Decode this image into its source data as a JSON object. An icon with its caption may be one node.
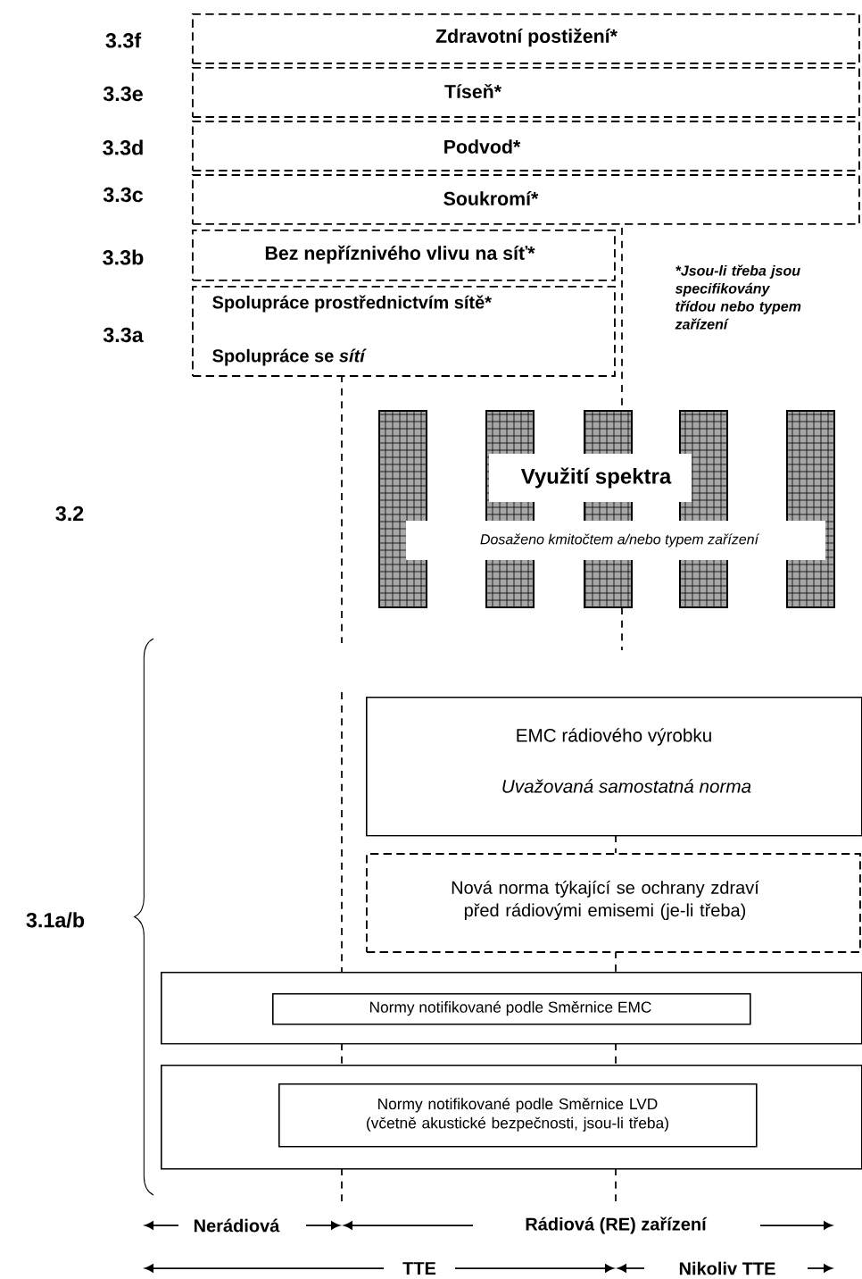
{
  "diagram": {
    "nodes": [
      {
        "text": [
          "Zdravotní postižení*"
        ]
      },
      {
        "text": [
          "Tíseň*"
        ]
      },
      {
        "text": [
          "Podvod*"
        ]
      },
      {
        "text": [
          "Soukromí*"
        ]
      },
      {
        "text": [
          "Bez nepříznivého vlivu na síť*"
        ]
      },
      {
        "text": [
          "Spolupráce prostřednictvím sítě*",
          "Spolupráce se *sítí*"
        ]
      },
      {
        "text": [
          "Využití spektra",
          "Dosaženo kmitočtem a/nebo typem zařízení"
        ]
      },
      {
        "text": [
          "EMC rádiového výrobku",
          "Uvažovaná samostatná norma"
        ]
      },
      {
        "text": [
          "Nová norma týkající se ochrany zdraví před rádiovými emisemi (je-li třeba)"
        ]
      },
      {
        "text": [],
        "shape": "box"
      },
      {
        "text": [
          "Normy notifikované podle Směrnice EMC"
        ],
        "in": 9
      },
      {
        "text": [],
        "shape": "box"
      },
      {
        "text": [
          "Normy notifikované podle Směrnice LVD (včetně akustické bezpečnosti, jsou-li třeba)"
        ],
        "in": 11
      }
    ],
    "labels": [
      "3.3f",
      "3.3e",
      "3.3d",
      "3.3c",
      "3.3b",
      "*Jsou-li třeba jsou specifikovány třídou nebo typem zařízení",
      "3.3a",
      "3.2",
      "3.1a/b",
      "Nerádiová",
      "Rádiová (RE) zařízení",
      "TTE",
      "Nikoliv TTE"
    ]
  }
}
